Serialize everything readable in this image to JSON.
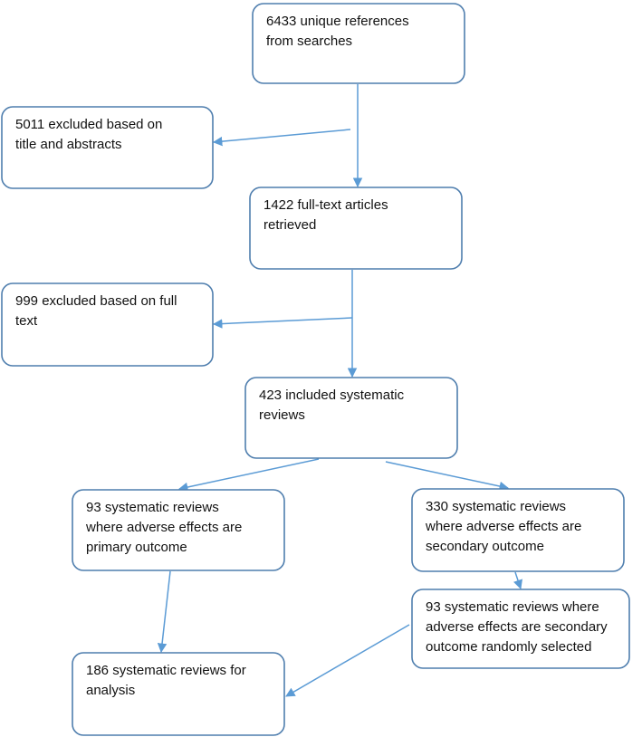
{
  "diagram": {
    "nodes": [
      {
        "id": "searches",
        "lines": [
          "6433 unique references",
          "from searches"
        ]
      },
      {
        "id": "excluded_title",
        "lines": [
          "5011 excluded based on",
          "title and abstracts"
        ]
      },
      {
        "id": "fulltext_retrieved",
        "lines": [
          "1422 full-text articles",
          "retrieved"
        ]
      },
      {
        "id": "excluded_fulltext",
        "lines": [
          "999 excluded based on full",
          "text"
        ]
      },
      {
        "id": "included",
        "lines": [
          "423 included systematic",
          "reviews"
        ]
      },
      {
        "id": "primary",
        "lines": [
          "93 systematic reviews",
          "where adverse effects are",
          "primary outcome"
        ]
      },
      {
        "id": "secondary",
        "lines": [
          "330 systematic reviews",
          "where adverse effects are",
          "secondary outcome"
        ]
      },
      {
        "id": "secondary_selected",
        "lines": [
          "93 systematic reviews where",
          "adverse effects are secondary",
          "outcome randomly selected"
        ]
      },
      {
        "id": "analysis",
        "lines": [
          "186 systematic reviews for",
          "analysis"
        ]
      }
    ],
    "edges": [
      {
        "from": "searches",
        "to": "fulltext_retrieved"
      },
      {
        "from": "searches",
        "to": "excluded_title"
      },
      {
        "from": "fulltext_retrieved",
        "to": "included"
      },
      {
        "from": "fulltext_retrieved",
        "to": "excluded_fulltext"
      },
      {
        "from": "included",
        "to": "primary"
      },
      {
        "from": "included",
        "to": "secondary"
      },
      {
        "from": "secondary",
        "to": "secondary_selected"
      },
      {
        "from": "primary",
        "to": "analysis"
      },
      {
        "from": "secondary_selected",
        "to": "analysis"
      }
    ],
    "colors": {
      "box_stroke": "#4f7eae",
      "arrow": "#5b9bd5",
      "text": "#111111"
    }
  }
}
